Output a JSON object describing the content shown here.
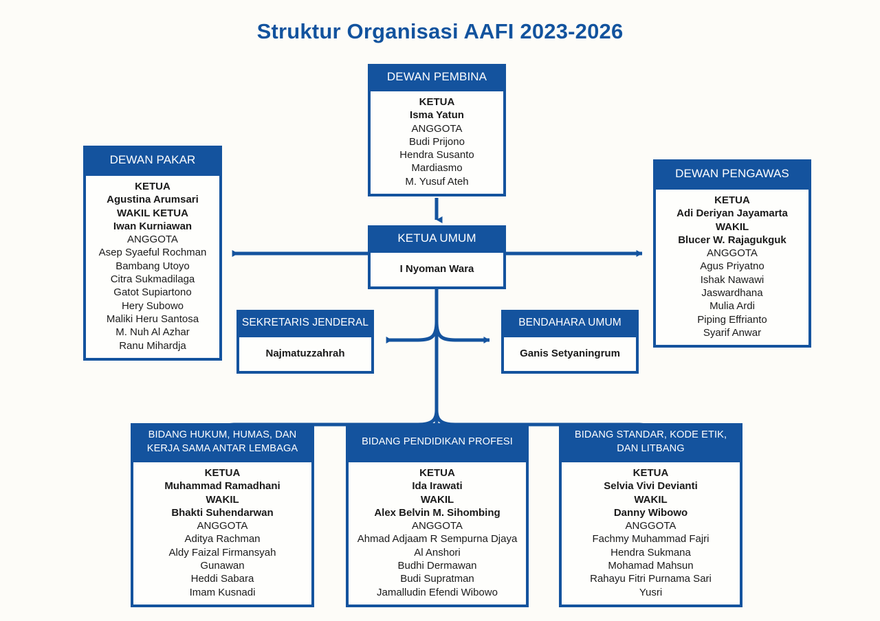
{
  "title": "Struktur Organisasi AAFI 2023-2026",
  "theme": {
    "background": "#FDFCF8",
    "accent": "#14539E",
    "header_text": "#FFFFFF",
    "body_text": "#1A1A1A",
    "title_color": "#12539E"
  },
  "labels": {
    "ketua": "KETUA",
    "wakil": "WAKIL",
    "wakil_ketua": "WAKIL KETUA",
    "anggota": "ANGGOTA"
  },
  "boxes": {
    "dewan_pembina": {
      "header": "DEWAN PEMBINA",
      "lines": [
        {
          "text": "KETUA",
          "style": "role"
        },
        {
          "text": "Isma Yatun",
          "style": "strong"
        },
        {
          "text": "ANGGOTA",
          "style": "plain"
        },
        {
          "text": "Budi Prijono",
          "style": "plain"
        },
        {
          "text": "Hendra Susanto",
          "style": "plain"
        },
        {
          "text": "Mardiasmo",
          "style": "plain"
        },
        {
          "text": "M. Yusuf Ateh",
          "style": "plain"
        }
      ]
    },
    "dewan_pakar": {
      "header": "DEWAN PAKAR",
      "lines": [
        {
          "text": "KETUA",
          "style": "role"
        },
        {
          "text": "Agustina Arumsari",
          "style": "strong"
        },
        {
          "text": "WAKIL KETUA",
          "style": "role"
        },
        {
          "text": "Iwan Kurniawan",
          "style": "strong"
        },
        {
          "text": "ANGGOTA",
          "style": "plain"
        },
        {
          "text": "Asep Syaeful Rochman",
          "style": "plain"
        },
        {
          "text": "Bambang Utoyo",
          "style": "plain"
        },
        {
          "text": "Citra Sukmadilaga",
          "style": "plain"
        },
        {
          "text": "Gatot Supiartono",
          "style": "plain"
        },
        {
          "text": "Hery Subowo",
          "style": "plain"
        },
        {
          "text": "Maliki Heru Santosa",
          "style": "plain"
        },
        {
          "text": "M. Nuh Al Azhar",
          "style": "plain"
        },
        {
          "text": "Ranu Mihardja",
          "style": "plain"
        }
      ]
    },
    "dewan_pengawas": {
      "header": "DEWAN PENGAWAS",
      "lines": [
        {
          "text": "KETUA",
          "style": "role"
        },
        {
          "text": "Adi Deriyan Jayamarta",
          "style": "strong"
        },
        {
          "text": "WAKIL",
          "style": "role"
        },
        {
          "text": "Blucer W. Rajagukguk",
          "style": "strong"
        },
        {
          "text": "ANGGOTA",
          "style": "plain"
        },
        {
          "text": "Agus Priyatno",
          "style": "plain"
        },
        {
          "text": "Ishak Nawawi",
          "style": "plain"
        },
        {
          "text": "Jaswardhana",
          "style": "plain"
        },
        {
          "text": "Mulia Ardi",
          "style": "plain"
        },
        {
          "text": "Piping Effrianto",
          "style": "plain"
        },
        {
          "text": "Syarif Anwar",
          "style": "plain"
        }
      ]
    },
    "ketua_umum": {
      "header": "KETUA UMUM",
      "lines": [
        {
          "text": "I Nyoman Wara",
          "style": "strong"
        }
      ]
    },
    "sekretaris_jenderal": {
      "header": "SEKRETARIS JENDERAL",
      "lines": [
        {
          "text": "Najmatuzzahrah",
          "style": "strong"
        }
      ]
    },
    "bendahara_umum": {
      "header": "BENDAHARA UMUM",
      "lines": [
        {
          "text": "Ganis Setyaningrum",
          "style": "strong"
        }
      ]
    },
    "bidang_hukum": {
      "header": "BIDANG HUKUM, HUMAS, DAN KERJA SAMA ANTAR LEMBAGA",
      "lines": [
        {
          "text": "KETUA",
          "style": "role"
        },
        {
          "text": "Muhammad Ramadhani",
          "style": "strong"
        },
        {
          "text": "WAKIL",
          "style": "role"
        },
        {
          "text": "Bhakti Suhendarwan",
          "style": "strong"
        },
        {
          "text": "ANGGOTA",
          "style": "plain"
        },
        {
          "text": "Aditya Rachman",
          "style": "plain"
        },
        {
          "text": "Aldy Faizal Firmansyah",
          "style": "plain"
        },
        {
          "text": "Gunawan",
          "style": "plain"
        },
        {
          "text": "Heddi Sabara",
          "style": "plain"
        },
        {
          "text": "Imam Kusnadi",
          "style": "plain"
        }
      ]
    },
    "bidang_pendidikan": {
      "header": "BIDANG PENDIDIKAN PROFESI",
      "lines": [
        {
          "text": "KETUA",
          "style": "role"
        },
        {
          "text": "Ida Irawati",
          "style": "strong"
        },
        {
          "text": "WAKIL",
          "style": "role"
        },
        {
          "text": "Alex Belvin M. Sihombing",
          "style": "strong"
        },
        {
          "text": "ANGGOTA",
          "style": "plain"
        },
        {
          "text": "Ahmad Adjaam R Sempurna Djaya",
          "style": "plain"
        },
        {
          "text": "Al Anshori",
          "style": "plain"
        },
        {
          "text": "Budhi Dermawan",
          "style": "plain"
        },
        {
          "text": "Budi Supratman",
          "style": "plain"
        },
        {
          "text": "Jamalludin Efendi Wibowo",
          "style": "plain"
        }
      ]
    },
    "bidang_standar": {
      "header": "BIDANG STANDAR, KODE ETIK, DAN LITBANG",
      "lines": [
        {
          "text": "KETUA",
          "style": "role"
        },
        {
          "text": "Selvia Vivi Devianti",
          "style": "strong"
        },
        {
          "text": "WAKIL",
          "style": "role"
        },
        {
          "text": "Danny Wibowo",
          "style": "strong"
        },
        {
          "text": "ANGGOTA",
          "style": "plain"
        },
        {
          "text": "Fachmy Muhammad Fajri",
          "style": "plain"
        },
        {
          "text": "Hendra Sukmana",
          "style": "plain"
        },
        {
          "text": "Mohamad Mahsun",
          "style": "plain"
        },
        {
          "text": "Rahayu Fitri Purnama Sari",
          "style": "plain"
        },
        {
          "text": "Yusri",
          "style": "plain"
        }
      ]
    }
  }
}
